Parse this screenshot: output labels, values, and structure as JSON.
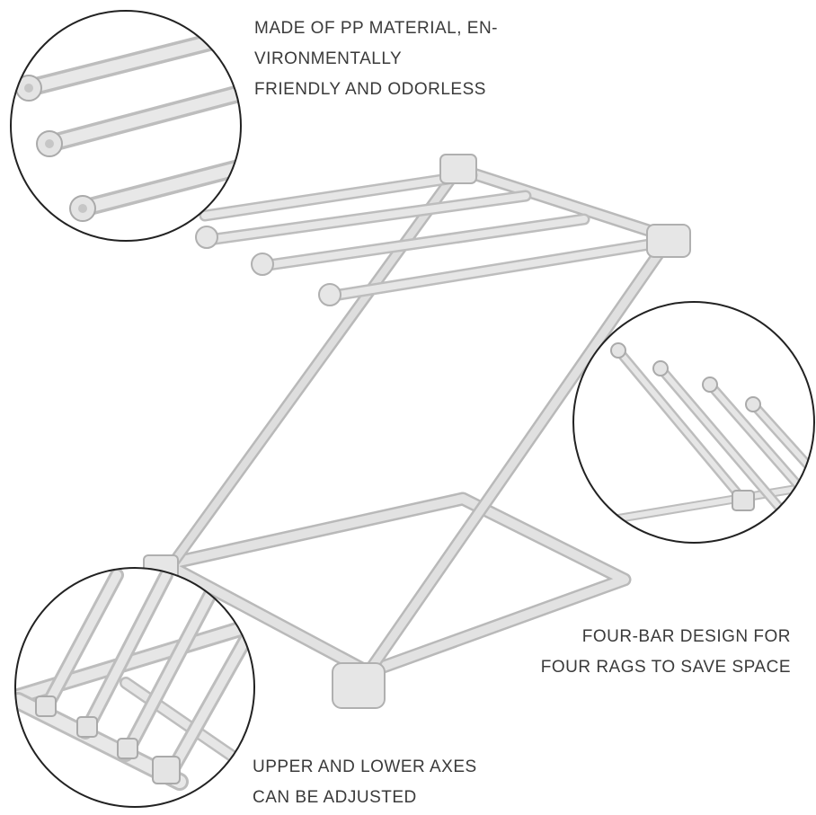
{
  "captions": {
    "material": {
      "line1": "MADE OF PP MATERIAL, EN-",
      "line2": "VIRONMENTALLY",
      "line3": "FRIENDLY AND ODORLESS"
    },
    "design": {
      "line1": "FOUR-BAR DESIGN FOR",
      "line2": "FOUR RAGS TO SAVE SPACE"
    },
    "axes": {
      "line1": "UPPER AND LOWER AXES",
      "line2": "CAN BE ADJUSTED"
    }
  },
  "colors": {
    "background": "#ffffff",
    "rack": "#dcdcdc",
    "rack_shadow": "#b9b9b9",
    "text": "#3a3a3a",
    "circle_border": "#222222"
  }
}
